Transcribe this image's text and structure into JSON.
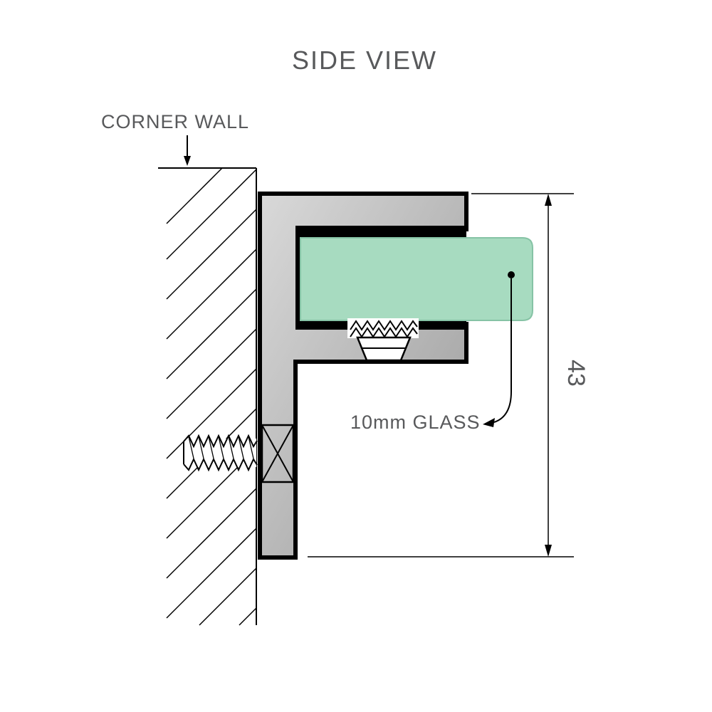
{
  "diagram": {
    "title": "SIDE VIEW",
    "wall_label": "CORNER WALL",
    "glass_label": "10mm GLASS",
    "dimension_value": "43"
  },
  "colors": {
    "text": "#58595b",
    "outline": "#000000",
    "bracket_light": "#d9d9d9",
    "bracket_dark": "#9a9a9a",
    "glass": "#a7dbc0",
    "glass_edge": "#86c3a5",
    "background": "#ffffff"
  }
}
